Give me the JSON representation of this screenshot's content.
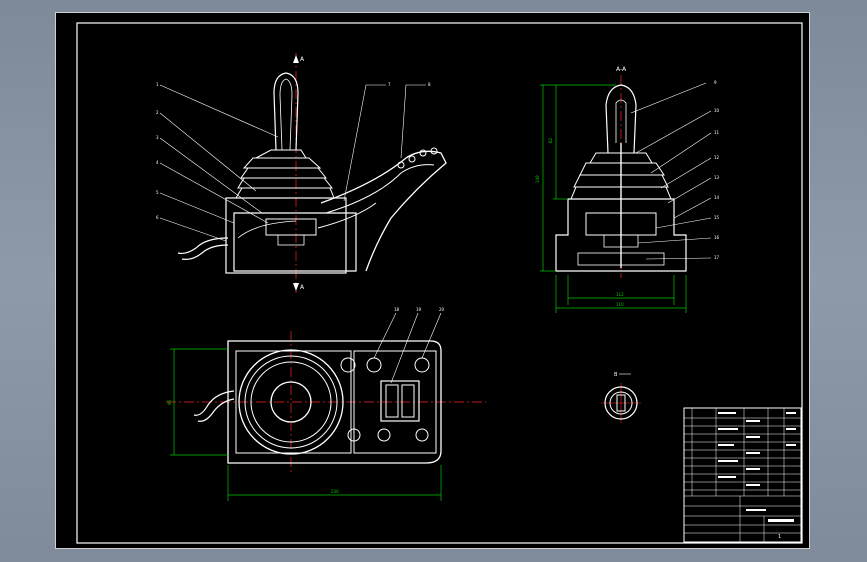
{
  "drawing": {
    "front_view": {
      "section_mark_top": "A",
      "section_mark_bottom": "A",
      "callouts": [
        "1",
        "2",
        "3",
        "4",
        "5",
        "6",
        "7",
        "8"
      ]
    },
    "section_view": {
      "title": "A-A",
      "dim_total_height": "149",
      "dim_upper_height": "82",
      "dim_inner_width": "112",
      "dim_outer_width": "110",
      "callouts": [
        "9",
        "10",
        "11",
        "12",
        "13",
        "14",
        "15",
        "16",
        "17"
      ]
    },
    "top_view": {
      "dim_length": "236",
      "dim_width": "96",
      "callouts": [
        "18",
        "19",
        "20"
      ]
    },
    "detail_view": {
      "label": "B"
    },
    "title_block": {
      "drawing_number": "1"
    }
  },
  "colors": {
    "outline": "#ffffff",
    "dimension": "#00c800",
    "centerline": "#ff2020",
    "background": "#000000"
  }
}
